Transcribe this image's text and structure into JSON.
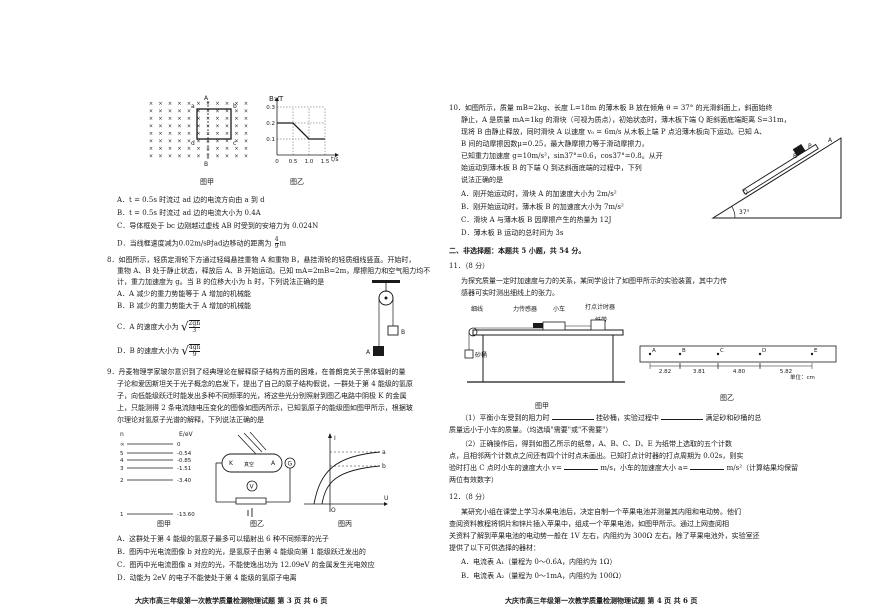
{
  "left": {
    "fig1": {
      "caption_a": "图甲",
      "caption_b": "图乙",
      "labels": {
        "A": "A",
        "B": "B",
        "a": "a",
        "b": "b",
        "c": "c",
        "d": "d"
      }
    },
    "chart_data": {
      "type": "line",
      "ylabel": "B₁/T",
      "xlabel": "t/s",
      "yticks": [
        "0.3",
        "0.2",
        "0.1"
      ],
      "xticks": [
        "0",
        "0.5",
        "1.0",
        "1.5"
      ],
      "x": [
        0,
        0.5,
        1.0,
        1.5
      ],
      "series": [
        {
          "values": [
            0.2,
            0.2,
            0.1,
            0.1
          ]
        }
      ],
      "ylim": [
        0,
        0.3
      ],
      "xlim": [
        0,
        1.5
      ],
      "grid": true
    },
    "q7": {
      "A": "A．t = 0.5s 时流过 ad 边的电流方向由 a 到 d",
      "B": "B．t = 0.5s 时流过 ad 边的电流大小为 0.4A",
      "C": "C．导体框处于 bc 边刚越过虚线 AB 时受到的安培力为 0.024N",
      "D": "D．当线框速度减为0.02m/s时ad边移动的距离为",
      "D_frac_top": "4",
      "D_frac_bot": "9",
      "D_unit": "m"
    },
    "q8": {
      "line1": "8．如图所示，轻质定滑轮下方通过轻绳悬挂重物 A 和重物 B，悬挂滑轮的轻质细线竖直。开始时，",
      "line2": "重物 A、B 处于静止状态，释放后 A、B 开始运动。已知 mA=2mB=2m，摩擦阻力和空气阻力均不",
      "line3": "计，重力加速度为 g。当 B 的位移大小为 h 时，下列说法正确的是",
      "A": "A．A 减少的重力势能等于 A 增加的机械能",
      "B": "B．B 减少的重力势能大于 A 增加的机械能",
      "C": "C．A 的速度大小为",
      "C_rad_top": "2gh",
      "C_rad_bot": "3",
      "D": "D．B 的速度大小为",
      "D_rad_top": "4gh",
      "D_rad_bot": "9",
      "label_A": "A",
      "label_B": "B"
    },
    "q9": {
      "line1": "9．丹麦物理学家玻尔意识到了经典理论在解释原子结构方面的困难，在普朗克关于黑体辐射的量",
      "line2": "子论和爱因斯坦关于光子概念的启发下，提出了自己的原子结构假说，一群处于第 4 能级的氢原",
      "line3": "子，向低能级跃迁时能发出多种不同频率的光，将这些光分别照射到图乙电路中阴极 K 的金属",
      "line4": "上，只能测得 2 条电流随电压变化的图像如图丙所示，已知氢原子的能级图如图甲所示，根据玻",
      "line5": "尔理论对氢原子光谱的解释，下列说法正确的是",
      "A": "A．这群处于第 4 能级的氢原子最多可以辐射出 6 种不同频率的光子",
      "B": "B．图丙中光电流图像 b 对应的光，是氢原子由第 4 能级向第 1 能级跃迁发出的",
      "C": "C．图丙中光电流图像 a 对应的光，不能使逸出功为 12.09eV 的金属发生光电效应",
      "D": "D．动能为 2eV 的电子不能使处于第 4 能级的氢原子电离"
    },
    "energy": {
      "n_header": "n",
      "e_header": "E/eV",
      "levels": [
        {
          "n": "∞",
          "e": "0"
        },
        {
          "n": "5",
          "e": "-0.54"
        },
        {
          "n": "4",
          "e": "-0.85"
        },
        {
          "n": "3",
          "e": "-1.51"
        },
        {
          "n": "2",
          "e": "-3.40"
        },
        {
          "n": "1",
          "e": "-13.60"
        }
      ],
      "caption": "图甲"
    },
    "circuit": {
      "caption": "图乙",
      "K": "K",
      "A": "A",
      "vacuum": "真空",
      "G": "G",
      "V": "V"
    },
    "iu": {
      "caption": "图丙",
      "I": "I",
      "U": "U",
      "a": "a",
      "b": "b",
      "O": "O"
    },
    "footer": "大庆市高三年级第一次教学质量检测物理试题  第 3 页  共 6 页"
  },
  "right": {
    "q10": {
      "line1": "10．如图所示，质量 mB=2kg、长度 L=18m 的薄木板 B 放在倾角 θ = 37° 的光滑斜面上，斜面始终",
      "line2": "静止，A 是质量 mA=1kg 的滑块（可视为质点），初始状态时，薄木板下端 Q 距斜面底端距离 S=31m，",
      "line3": "现将 B 由静止释放，同时滑块 A 以速度 v₀ = 6m/s 从木板上端 P 点沿薄木板向下运动。已知 A、",
      "line4": "B 间的动摩擦因数μ=0.25，最大静摩擦力等于滑动摩擦力，",
      "line5": "已知重力加速度 g=10m/s²，sin37°=0.6，cos37°=0.8。从开",
      "line6": "始运动到薄木板 B 的下端 Q 到达斜面底端的过程中，下列",
      "line7": "说法正确的是",
      "A": "A．刚开始运动时，滑块 A 的加速度大小为 2m/s²",
      "B": "B．刚开始运动时，薄木板 B 的加速度大小为 7m/s²",
      "C": "C．滑块 A 与薄木板 B 因摩擦产生的热量为 12J",
      "D": "D．薄木板 B 运动的总时间为 3s",
      "fig": {
        "A": "A",
        "B": "B",
        "P": "P",
        "Q": "Q",
        "angle": "37°"
      }
    },
    "section2": "二、非选择题：本题共 5 小题，共 54 分。",
    "q11": {
      "head": "11．（8 分）",
      "line1": "为探究质量一定时加速度与力的关系，某同学设计了如图甲所示的实验装置，其中力传",
      "line2": "感器可实时测出细线上的张力。",
      "fig": {
        "rope": "细线",
        "sensor": "力传感器",
        "cart": "小车",
        "timer": "打点计时器",
        "tape": "纸带",
        "sand": "砂桶",
        "caption_a": "图甲",
        "caption_b": "图乙",
        "points": [
          "A",
          "B",
          "C",
          "D",
          "E"
        ],
        "spacings": [
          "2.82",
          "3.81",
          "4.80",
          "5.82"
        ],
        "unit": "单位：cm"
      },
      "q1a": "（1）平衡小车受到的阻力时",
      "q1b": "挂砂桶，实验过程中",
      "q1c": "满足砂和砂桶的总",
      "q1d": "质量远小于小车的质量。（均选填\"需要\"或\"不需要\"）",
      "q2a": "（2）正确操作后，得到如图乙所示的纸带，A、B、C、D、E 为纸带上选取的五个计数",
      "q2b": "点，且相邻两个计数点之间还有四个计时点未画出。已知打点计时器的打点周期为 0.02s，则实",
      "q2c": "验时打出 C 点时小车的速度大小 v=",
      "q2d": "m/s，小车的加速度大小 a=",
      "q2e": "m/s²（计算结果均保留",
      "q2f": "两位有效数字）"
    },
    "q12": {
      "head": "12．（8 分）",
      "line1": "某研究小组在课堂上学习水果电池后，决定自制一个苹果电池并测量其内阻和电动势。他们",
      "line2": "查阅资料教程将铜片和锌片插入苹果中，组成一个苹果电池，如图甲所示。通过上网查阅相",
      "line3": "关资料了解到苹果电池的电动势一般在 1V 左右，内阻约为 300Ω 左右。除了苹果电池外，实验室还",
      "line4": "提供了以下可供选择的器材：",
      "A": "A．电流表 A₁（量程为 0～0.6A，内阻约为 1Ω）",
      "B": "B．电流表 A₂（量程为 0～1mA，内阻约为 100Ω）"
    },
    "footer": "大庆市高三年级第一次教学质量检测物理试题  第 4 页  共 6 页"
  }
}
